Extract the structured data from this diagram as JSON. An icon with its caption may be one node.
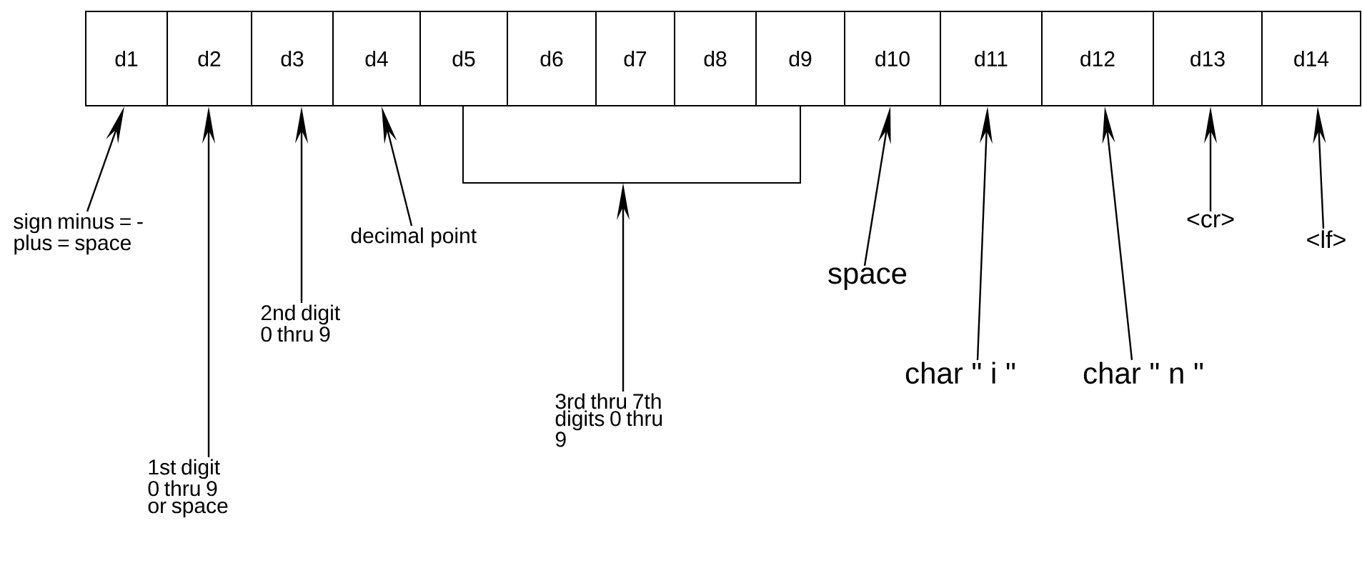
{
  "diagram": {
    "nodes": [
      {
        "text": [
          "d1"
        ]
      },
      {
        "text": [
          "d2"
        ]
      },
      {
        "text": [
          "d3"
        ]
      },
      {
        "text": [
          "d4"
        ]
      },
      {
        "text": [
          "d5"
        ]
      },
      {
        "text": [
          "d6"
        ]
      },
      {
        "text": [
          "d7"
        ]
      },
      {
        "text": [
          "d8"
        ]
      },
      {
        "text": [
          "d9"
        ]
      },
      {
        "text": [
          "d10"
        ]
      },
      {
        "text": [
          "d11"
        ]
      },
      {
        "text": [
          "d12"
        ]
      },
      {
        "text": [
          "d13"
        ]
      },
      {
        "text": [
          "d14"
        ]
      },
      {
        "text": [
          "sign minus = - plus = space"
        ]
      },
      {
        "text": [
          "1st digit 0 thru 9 or space"
        ]
      },
      {
        "text": [
          "2nd digit 0 thru 9"
        ]
      },
      {
        "text": [
          "decimal point"
        ]
      },
      {
        "text": [
          "3rd thru 7th digits 0 thru 9"
        ]
      },
      {
        "text": [
          "space"
        ]
      },
      {
        "text": [
          "char \" i \""
        ]
      },
      {
        "text": [
          "char \" n \""
        ]
      },
      {
        "text": [
          "<cr>"
        ]
      },
      {
        "text": [
          "<lf>"
        ]
      },
      {
        "text": [],
        "shape": "bracket"
      }
    ],
    "edges": [
      {
        "from": 14,
        "to": 0,
        "arrow": "to"
      },
      {
        "from": 15,
        "to": 1,
        "arrow": "to"
      },
      {
        "from": 16,
        "to": 2,
        "arrow": "to"
      },
      {
        "from": 17,
        "to": 3,
        "arrow": "to"
      },
      {
        "from": 18,
        "to": 24,
        "arrow": "to"
      },
      {
        "from": 19,
        "to": 9,
        "arrow": "to"
      },
      {
        "from": 20,
        "to": 10,
        "arrow": "to"
      },
      {
        "from": 21,
        "to": 11,
        "arrow": "to"
      },
      {
        "from": 22,
        "to": 12,
        "arrow": "to"
      },
      {
        "from": 23,
        "to": 13,
        "arrow": "to"
      }
    ]
  }
}
